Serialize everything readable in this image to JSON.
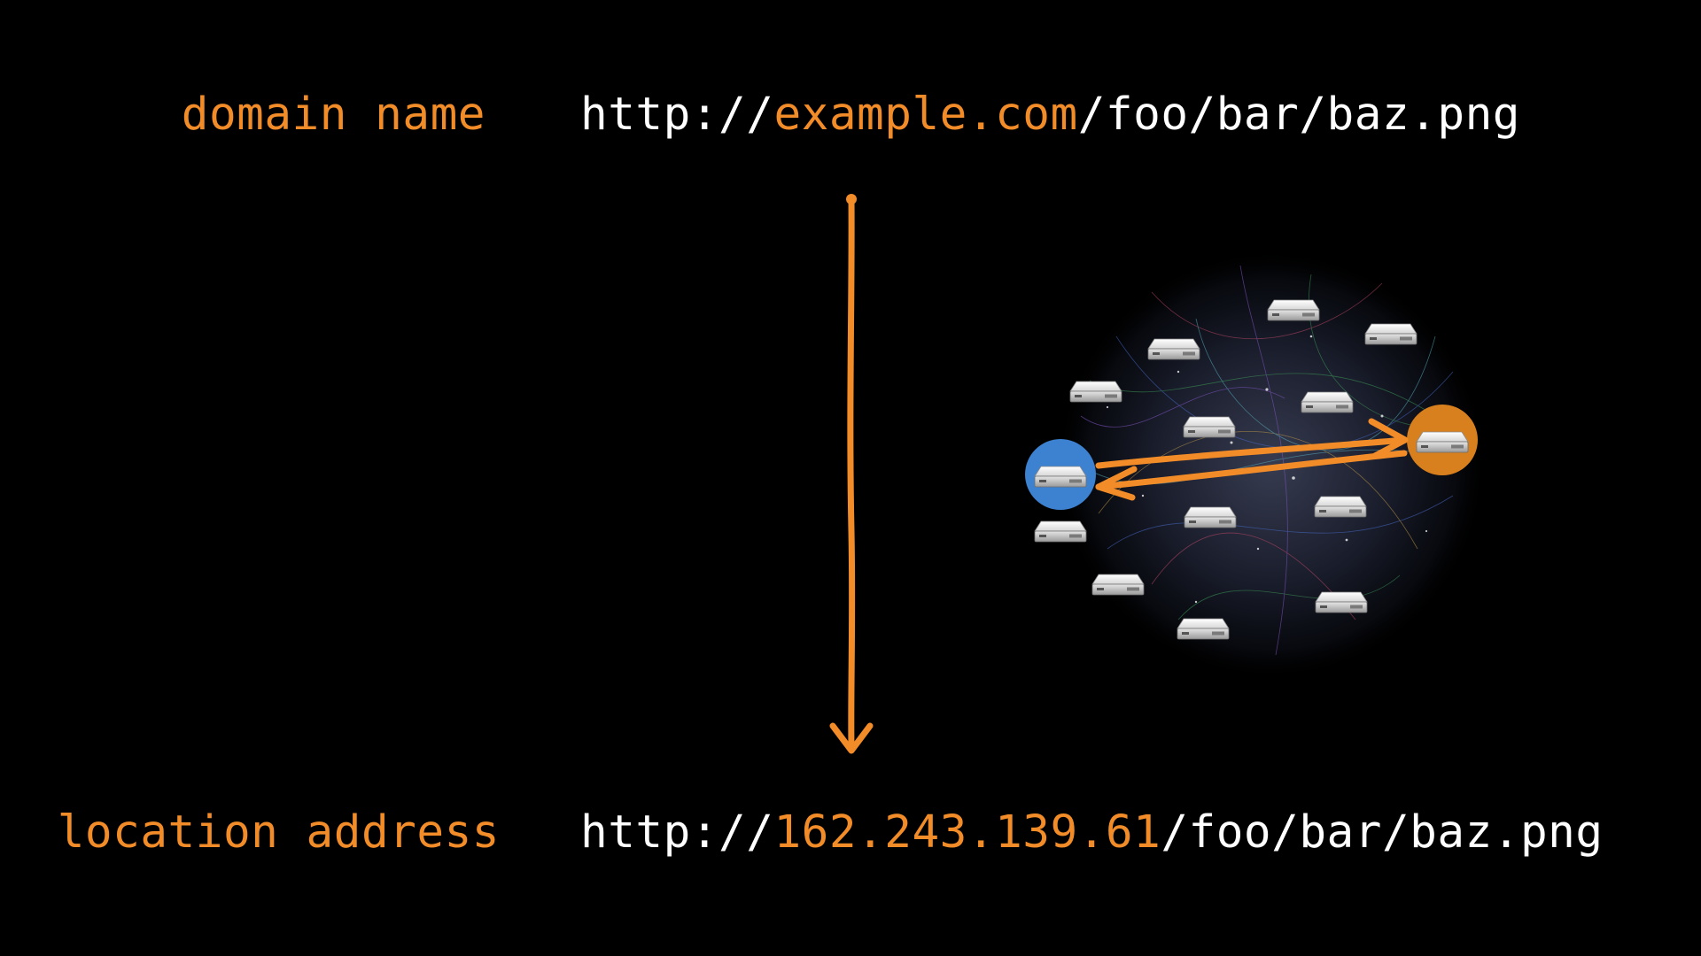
{
  "domain_row": {
    "label": "domain name",
    "url_prefix": "http://",
    "url_host": "example.com",
    "url_path": "/foo/bar/baz.png"
  },
  "location_row": {
    "label": "location address",
    "url_prefix": "http://",
    "url_host": "162.243.139.61",
    "url_path": "/foo/bar/baz.png"
  },
  "colors": {
    "background": "#000000",
    "accent": "#f28c28",
    "text": "#ffffff",
    "client_circle": "#3d82d0",
    "target_circle": "#d9801e"
  },
  "icons": {
    "arrow": "down-arrow-icon",
    "server": "server-icon",
    "network": "internet-network-cloud"
  }
}
